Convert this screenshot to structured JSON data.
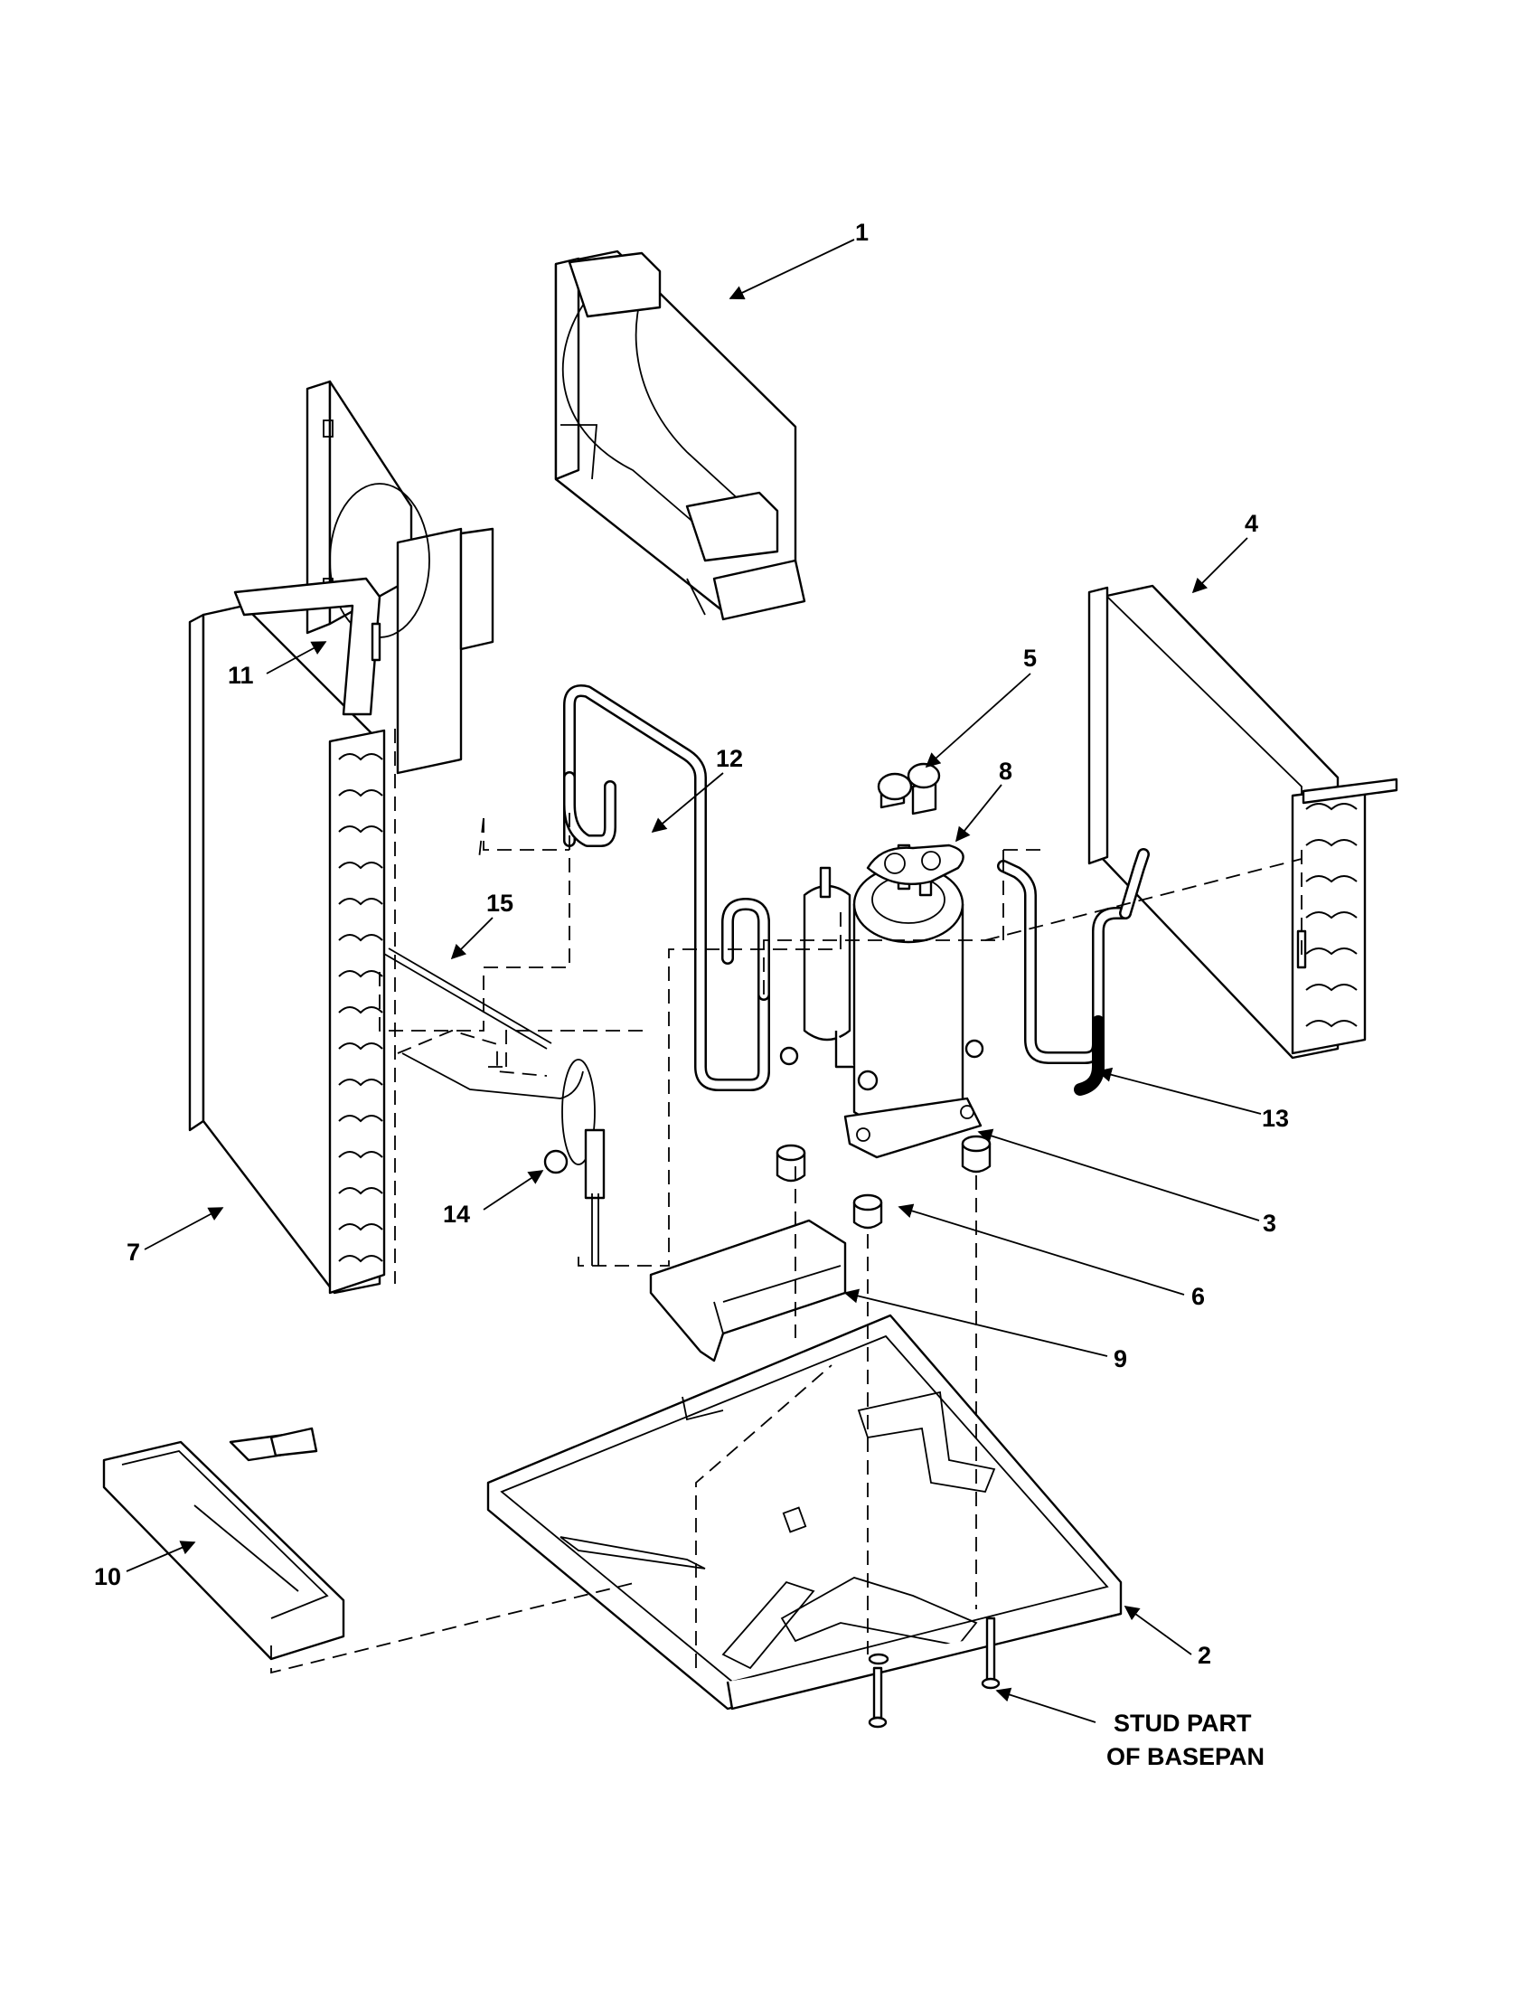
{
  "callouts": [
    {
      "id": "1",
      "text": "1"
    },
    {
      "id": "2",
      "text": "2"
    },
    {
      "id": "3",
      "text": "3"
    },
    {
      "id": "4",
      "text": "4"
    },
    {
      "id": "5",
      "text": "5"
    },
    {
      "id": "6",
      "text": "6"
    },
    {
      "id": "7",
      "text": "7"
    },
    {
      "id": "8",
      "text": "8"
    },
    {
      "id": "9",
      "text": "9"
    },
    {
      "id": "10",
      "text": "10"
    },
    {
      "id": "11",
      "text": "11"
    },
    {
      "id": "12",
      "text": "12"
    },
    {
      "id": "13",
      "text": "13"
    },
    {
      "id": "14",
      "text": "14"
    },
    {
      "id": "15",
      "text": "15"
    }
  ],
  "note": {
    "line1": "STUD PART",
    "line2": "OF BASEPAN"
  }
}
